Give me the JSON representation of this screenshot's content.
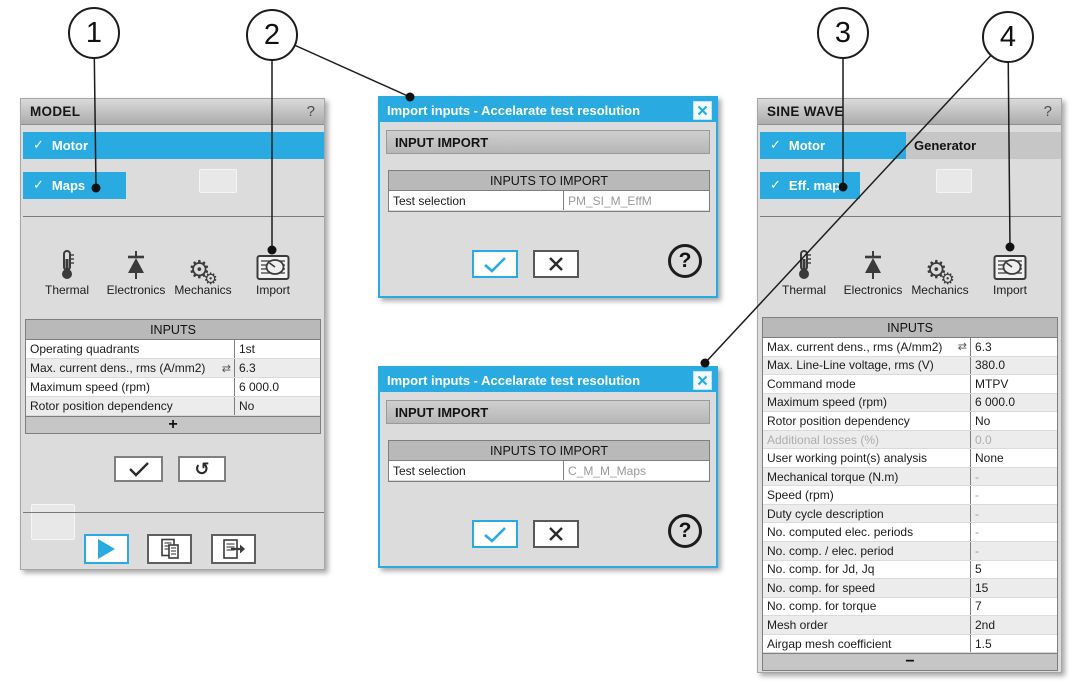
{
  "colors": {
    "accent": "#29ABE2",
    "panel_bg": "#DCDCDC",
    "table_header_bg": "#B9B9B9",
    "grayed_text": "#ADADAD"
  },
  "callouts": [
    {
      "number": "1"
    },
    {
      "number": "2"
    },
    {
      "number": "3"
    },
    {
      "number": "4"
    }
  ],
  "model_panel": {
    "title": "MODEL",
    "help_label": "?",
    "motor_tab": {
      "check": "✓",
      "label": "Motor"
    },
    "maps_tab": {
      "check": "✓",
      "label": "Maps"
    },
    "tools": [
      {
        "id": "thermal",
        "label": "Thermal"
      },
      {
        "id": "electronics",
        "label": "Electronics"
      },
      {
        "id": "mechanics",
        "label": "Mechanics"
      },
      {
        "id": "import",
        "label": "Import"
      }
    ],
    "inputs_table": {
      "title": "INPUTS",
      "rows": [
        {
          "label": "Operating quadrants",
          "value": "1st"
        },
        {
          "label": "Max. current dens., rms (A/mm2)",
          "value": "6.3",
          "icon": "exchange"
        },
        {
          "label": "Maximum speed (rpm)",
          "value": "6 000.0"
        },
        {
          "label": "Rotor position dependency",
          "value": "No"
        }
      ],
      "expand_label": "+"
    }
  },
  "sine_panel": {
    "title": "SINE WAVE",
    "help_label": "?",
    "motor_tab": {
      "check": "✓",
      "label": "Motor"
    },
    "generator_tab": {
      "label": "Generator"
    },
    "effmap_tab": {
      "check": "✓",
      "label": "Eff. map"
    },
    "tools": [
      {
        "id": "thermal",
        "label": "Thermal"
      },
      {
        "id": "electronics",
        "label": "Electronics"
      },
      {
        "id": "mechanics",
        "label": "Mechanics"
      },
      {
        "id": "import",
        "label": "Import"
      }
    ],
    "inputs_table": {
      "title": "INPUTS",
      "rows": [
        {
          "label": "Max. current dens., rms (A/mm2)",
          "value": "6.3",
          "icon": "exchange"
        },
        {
          "label": "Max. Line-Line voltage, rms (V)",
          "value": "380.0"
        },
        {
          "label": "Command mode",
          "value": "MTPV"
        },
        {
          "label": "Maximum speed (rpm)",
          "value": "6 000.0"
        },
        {
          "label": "Rotor position dependency",
          "value": "No"
        },
        {
          "label": "Additional losses (%)",
          "value": "0.0",
          "grayed": true
        },
        {
          "label": "User working point(s) analysis",
          "value": "None"
        },
        {
          "label": "Mechanical torque (N.m)",
          "value": "-",
          "dim": true
        },
        {
          "label": "Speed (rpm)",
          "value": "-",
          "dim": true
        },
        {
          "label": "Duty cycle description",
          "value": "-",
          "dim": true
        },
        {
          "label": "No. computed elec. periods",
          "value": "-",
          "dim": true
        },
        {
          "label": "No. comp. / elec. period",
          "value": "-",
          "dim": true
        },
        {
          "label": "No. comp. for Jd, Jq",
          "value": "5"
        },
        {
          "label": "No. comp. for speed",
          "value": "15"
        },
        {
          "label": "No. comp. for torque",
          "value": "7"
        },
        {
          "label": "Mesh order",
          "value": "2nd"
        },
        {
          "label": "Airgap mesh coefficient",
          "value": "1.5"
        }
      ],
      "collapse_label": "−"
    }
  },
  "dialogs": [
    {
      "title": "Import inputs - Accelarate test resolution",
      "section_title": "INPUT IMPORT",
      "table_title": "INPUTS TO IMPORT",
      "row_label": "Test selection",
      "row_value": "PM_SI_M_EffM"
    },
    {
      "title": "Import inputs - Accelarate test resolution",
      "section_title": "INPUT IMPORT",
      "table_title": "INPUTS TO IMPORT",
      "row_label": "Test selection",
      "row_value": "C_M_M_Maps"
    }
  ]
}
